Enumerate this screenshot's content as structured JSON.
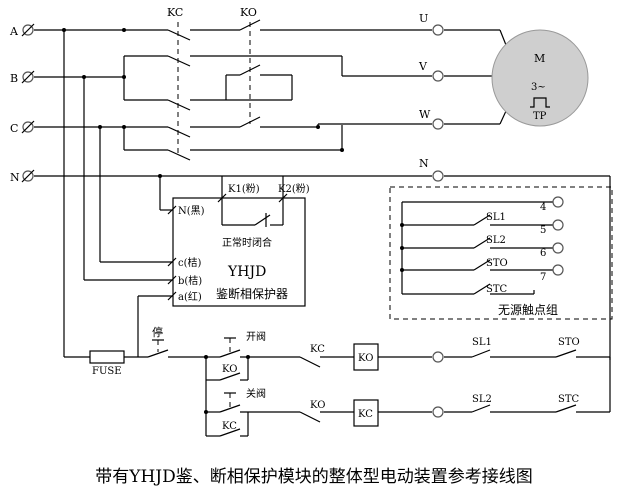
{
  "lines": {
    "a": "A",
    "b": "B",
    "c": "C",
    "n": "N"
  },
  "contactors": {
    "kc": "KC",
    "ko": "KO"
  },
  "phases": {
    "u": "U",
    "v": "V",
    "w": "W",
    "n": "N"
  },
  "motor": {
    "name": "M",
    "type": "3~",
    "tp": "TP"
  },
  "protector": {
    "title": "YHJD",
    "subtitle": "鉴断相保护器",
    "n_label": "N(黑)",
    "k1_label": "K1(粉)",
    "k2_label": "K2(粉)",
    "contact_label": "正常时闭合",
    "c_label": "c(桔)",
    "b_label": "b(桔)",
    "a_label": "a(红)"
  },
  "passive_group": {
    "label": "无源触点组",
    "terminals": [
      "4",
      "5",
      "6",
      "7"
    ],
    "contacts": [
      "SL1",
      "SL2",
      "STO",
      "STC"
    ]
  },
  "control": {
    "fuse": "FUSE",
    "stop": "停",
    "open_valve": "开阀",
    "close_valve": "关阀",
    "ko_aux": "KO",
    "kc_aux": "KC",
    "kc_interlock": "KC",
    "ko_interlock": "KO",
    "ko_coil": "KO",
    "kc_coil": "KC",
    "sl1": "SL1",
    "sto": "STO",
    "sl2": "SL2",
    "stc": "STC"
  },
  "caption": "带有YHJD鉴、断相保护模块的整体型电动装置参考接线图"
}
